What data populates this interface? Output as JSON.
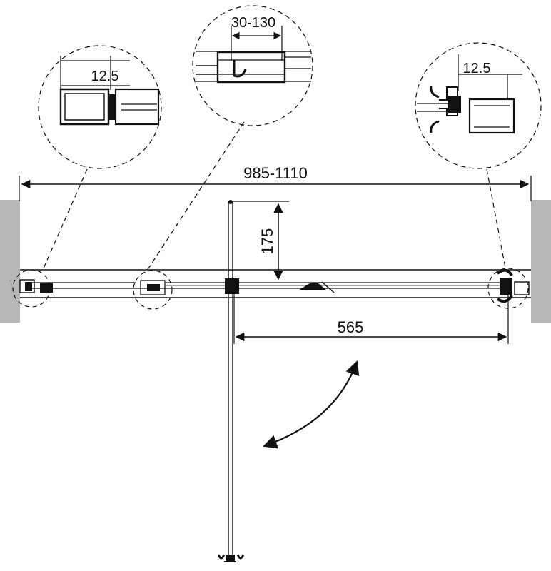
{
  "dimensions": {
    "overall_width": "985-1110",
    "door_width": "565",
    "door_depth": "175",
    "left_detail_gap": "12.5",
    "top_detail_adjust": "30-130",
    "right_detail_gap": "12.5"
  },
  "colors": {
    "line": "#111111",
    "wall": "#b7b7b7",
    "wall_edge": "#8e8e8e",
    "background": "#ffffff"
  }
}
